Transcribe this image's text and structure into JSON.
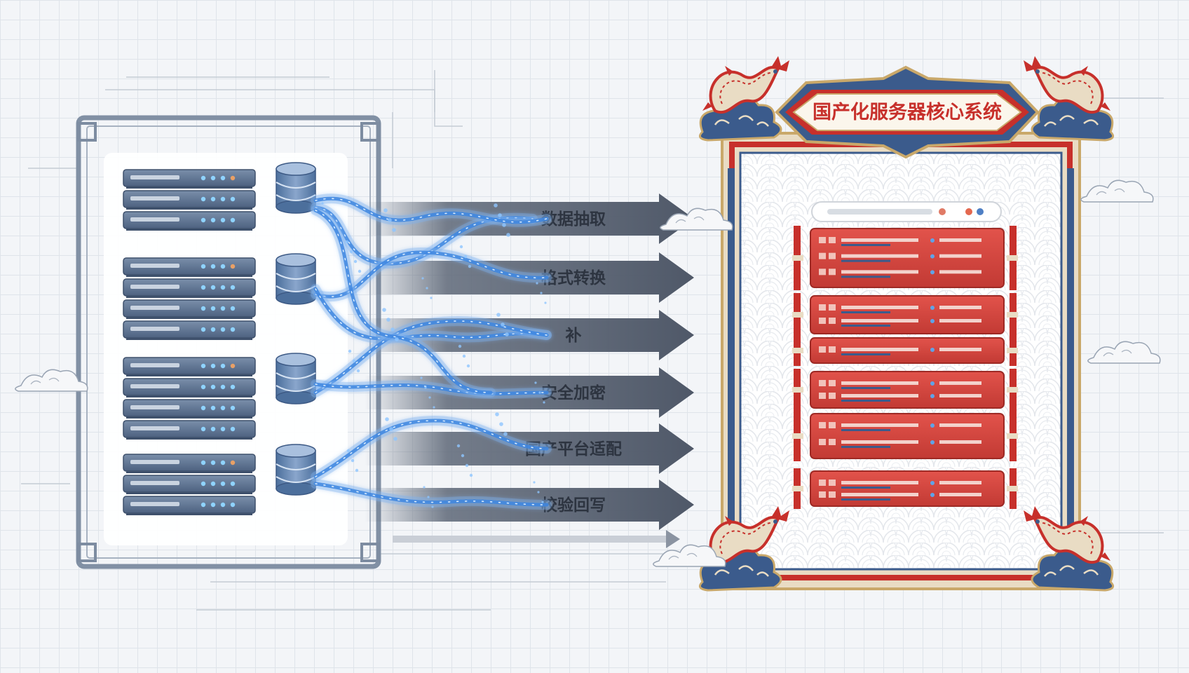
{
  "title": "国产化服务器核心系统",
  "stages": [
    {
      "label": "数据抽取"
    },
    {
      "label": "格式转换"
    },
    {
      "label": "补"
    },
    {
      "label": "安全加密"
    },
    {
      "label": "国产平台适配"
    },
    {
      "label": "校验回写"
    }
  ],
  "colors": {
    "source_server": "#5f7593",
    "database": "#5d7ea8",
    "stream": "#3d86e0",
    "arrow": "#5d6777",
    "target_red": "#d8403a",
    "target_blue": "#3b5b8c",
    "gold": "#c9a86a"
  },
  "icons": [
    "dragon-icon",
    "cloud-icon",
    "server-icon",
    "database-icon"
  ]
}
